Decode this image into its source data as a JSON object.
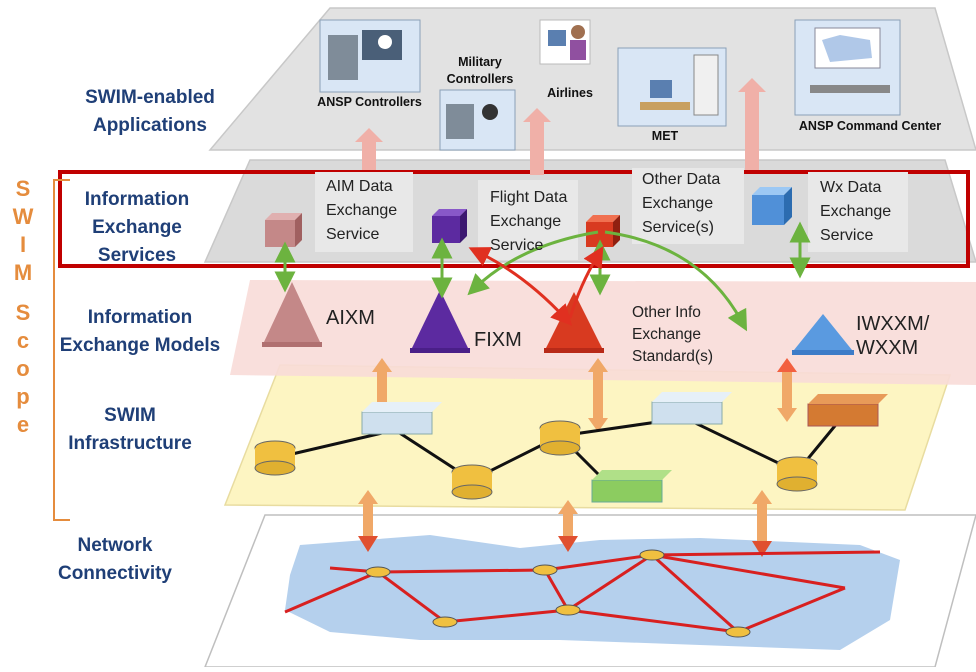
{
  "layers": {
    "applications": [
      "SWIM-enabled",
      "Applications"
    ],
    "services": [
      "Information",
      "Exchange",
      "Services"
    ],
    "models": [
      "Information",
      "Exchange Models"
    ],
    "infrastructure": [
      "SWIM",
      "Infrastructure"
    ],
    "network": [
      "Network",
      "Connectivity"
    ]
  },
  "scope_letters": [
    "S",
    "W",
    "I",
    "M",
    "",
    "S",
    "c",
    "o",
    "p",
    "e"
  ],
  "applications": {
    "ansp_controllers": "ANSP Controllers",
    "military": [
      "Military",
      "Controllers"
    ],
    "airlines": "Airlines",
    "met": "MET",
    "command_center": "ANSP Command Center"
  },
  "services": {
    "aim": [
      "AIM Data",
      "Exchange",
      "Service"
    ],
    "flight": [
      "Flight Data",
      "Exchange",
      "Service"
    ],
    "other": [
      "Other Data",
      "Exchange",
      "Service(s)"
    ],
    "wx": [
      "Wx Data",
      "Exchange",
      "Service"
    ]
  },
  "models": {
    "aixm": "AIXM",
    "fixm": "FIXM",
    "other": [
      "Other Info",
      "Exchange",
      "Standard(s)"
    ],
    "iwxxm": [
      "IWXXM/",
      "WXXM"
    ]
  },
  "colors": {
    "layer_label": "#1f3f77",
    "scope": "#e58c3d",
    "highlight_box": "#c00000",
    "green_arrow": "#6cb33f",
    "red_arrow": "#e03020",
    "orange_arrow": "#f0a868"
  }
}
